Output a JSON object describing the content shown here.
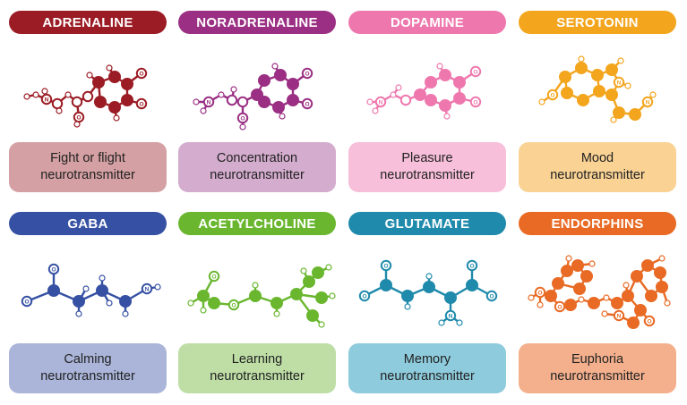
{
  "cards": [
    {
      "name": "adrenaline",
      "title": "ADRENALINE",
      "line1": "Fight or flight",
      "line2": "neurotransmitter",
      "color": "#9b1c24",
      "light": "#d4a0a3"
    },
    {
      "name": "noradrenaline",
      "title": "NORADRENALINE",
      "line1": "Concentration",
      "line2": "neurotransmitter",
      "color": "#9a2f83",
      "light": "#d4acce"
    },
    {
      "name": "dopamine",
      "title": "DOPAMINE",
      "line1": "Pleasure",
      "line2": "neurotransmitter",
      "color": "#ee78ae",
      "light": "#f7bfd9"
    },
    {
      "name": "serotonin",
      "title": "SEROTONIN",
      "line1": "Mood",
      "line2": "neurotransmitter",
      "color": "#f3a51d",
      "light": "#f9d294"
    },
    {
      "name": "gaba",
      "title": "GABA",
      "line1": "Calming",
      "line2": "neurotransmitter",
      "color": "#3651a3",
      "light": "#aab5d9"
    },
    {
      "name": "acetylcholine",
      "title": "ACETYLCHOLINE",
      "line1": "Learning",
      "line2": "neurotransmitter",
      "color": "#6ab72f",
      "light": "#bedea6"
    },
    {
      "name": "glutamate",
      "title": "GLUTAMATE",
      "line1": "Memory",
      "line2": "neurotransmitter",
      "color": "#1f8aab",
      "light": "#8ecbdc"
    },
    {
      "name": "endorphins",
      "title": "ENDORPHINS",
      "line1": "Euphoria",
      "line2": "neurotransmitter",
      "color": "#e86a24",
      "light": "#f4b08d"
    }
  ]
}
